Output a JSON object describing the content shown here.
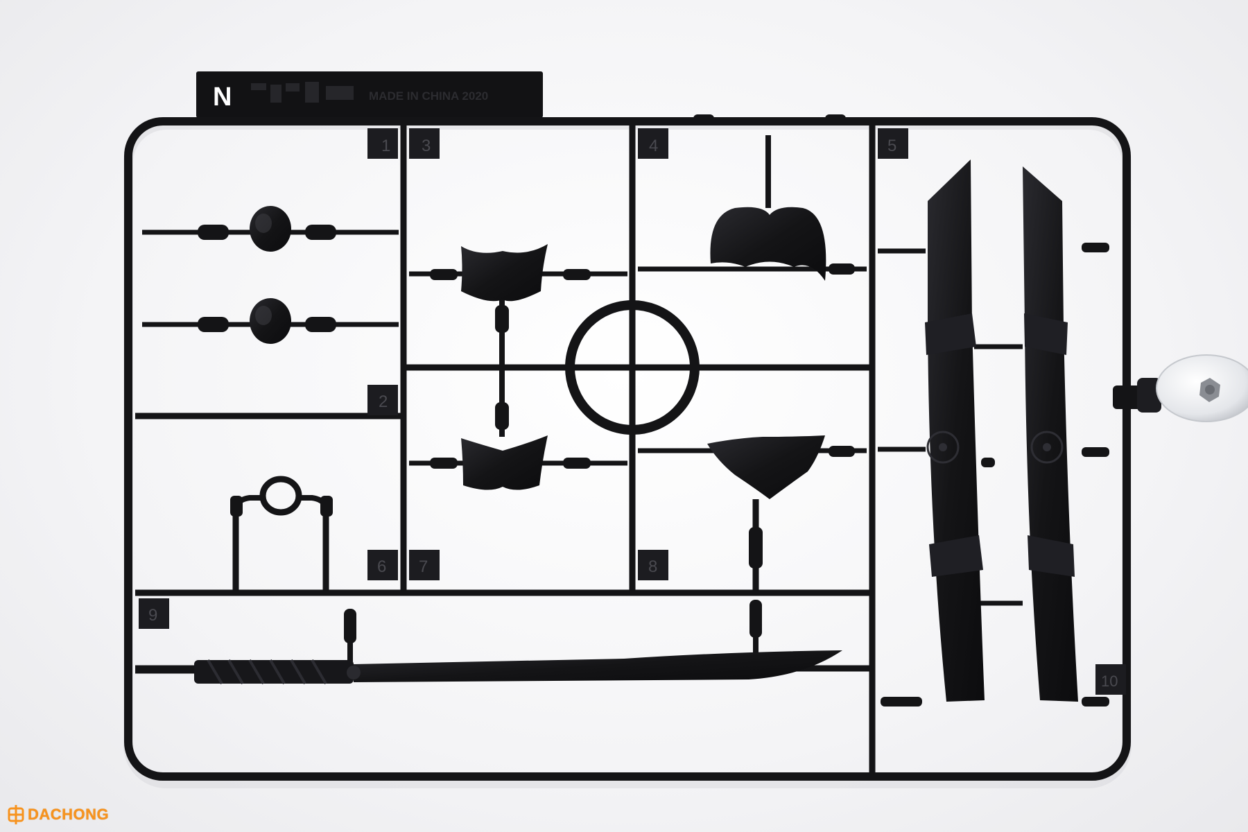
{
  "photo": {
    "subject": "black plastic model kit runner",
    "colors": {
      "plastic": "#141416",
      "plastic_highlight": "#3a3a40",
      "background": "#f4f4f6",
      "watermark": "#f7931e"
    }
  },
  "runner": {
    "tab_letter": "N",
    "tab_text": "MADE IN CHINA 2020",
    "part_numbers": [
      "1",
      "2",
      "3",
      "4",
      "5",
      "6",
      "7",
      "8",
      "9",
      "10"
    ]
  },
  "watermark": {
    "text": "DACHONG",
    "icon": "dachong-logo-icon"
  }
}
